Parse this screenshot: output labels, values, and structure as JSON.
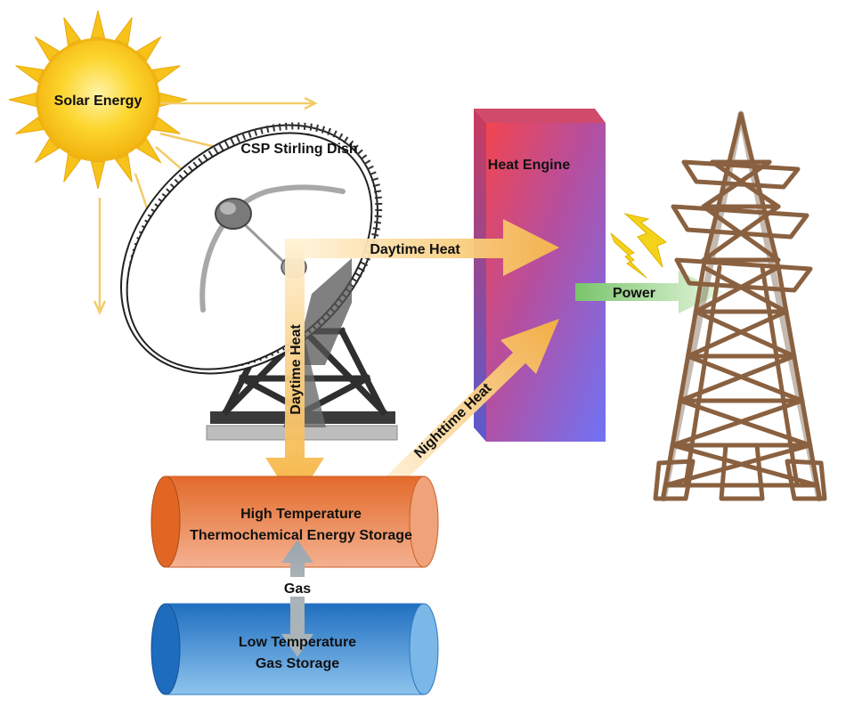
{
  "labels": {
    "solar_energy": "Solar Energy",
    "csp_dish": "CSP Stirling Dish",
    "heat_engine": "Heat Engine",
    "daytime_heat_horizontal": "Daytime Heat",
    "daytime_heat_vertical": "Daytime Heat",
    "nighttime_heat": "Nighttime Heat",
    "power": "Power",
    "high_temp_storage_line1": "High Temperature",
    "high_temp_storage_line2": "Thermochemical Energy Storage",
    "gas": "Gas",
    "low_temp_storage_line1": "Low Temperature",
    "low_temp_storage_line2": "Gas Storage"
  },
  "colors": {
    "sun_yellow": "#f7c21a",
    "sun_glow": "#fde98a",
    "heat_arrow": "#f7c66a",
    "power_arrow": "#9fd98a",
    "gas_arrow": "#a9b3b8",
    "high_temp_tank": "#e8783a",
    "low_temp_tank": "#2e86d0",
    "engine_top": "#f24a56",
    "engine_bottom": "#7a6cf0",
    "tower": "#8a6140",
    "bolt": "#f5d21a"
  },
  "icons": {
    "sun": "sun-icon",
    "dish": "stirling-dish-icon",
    "tower": "power-tower-icon",
    "bolt": "lightning-bolt-icon"
  }
}
